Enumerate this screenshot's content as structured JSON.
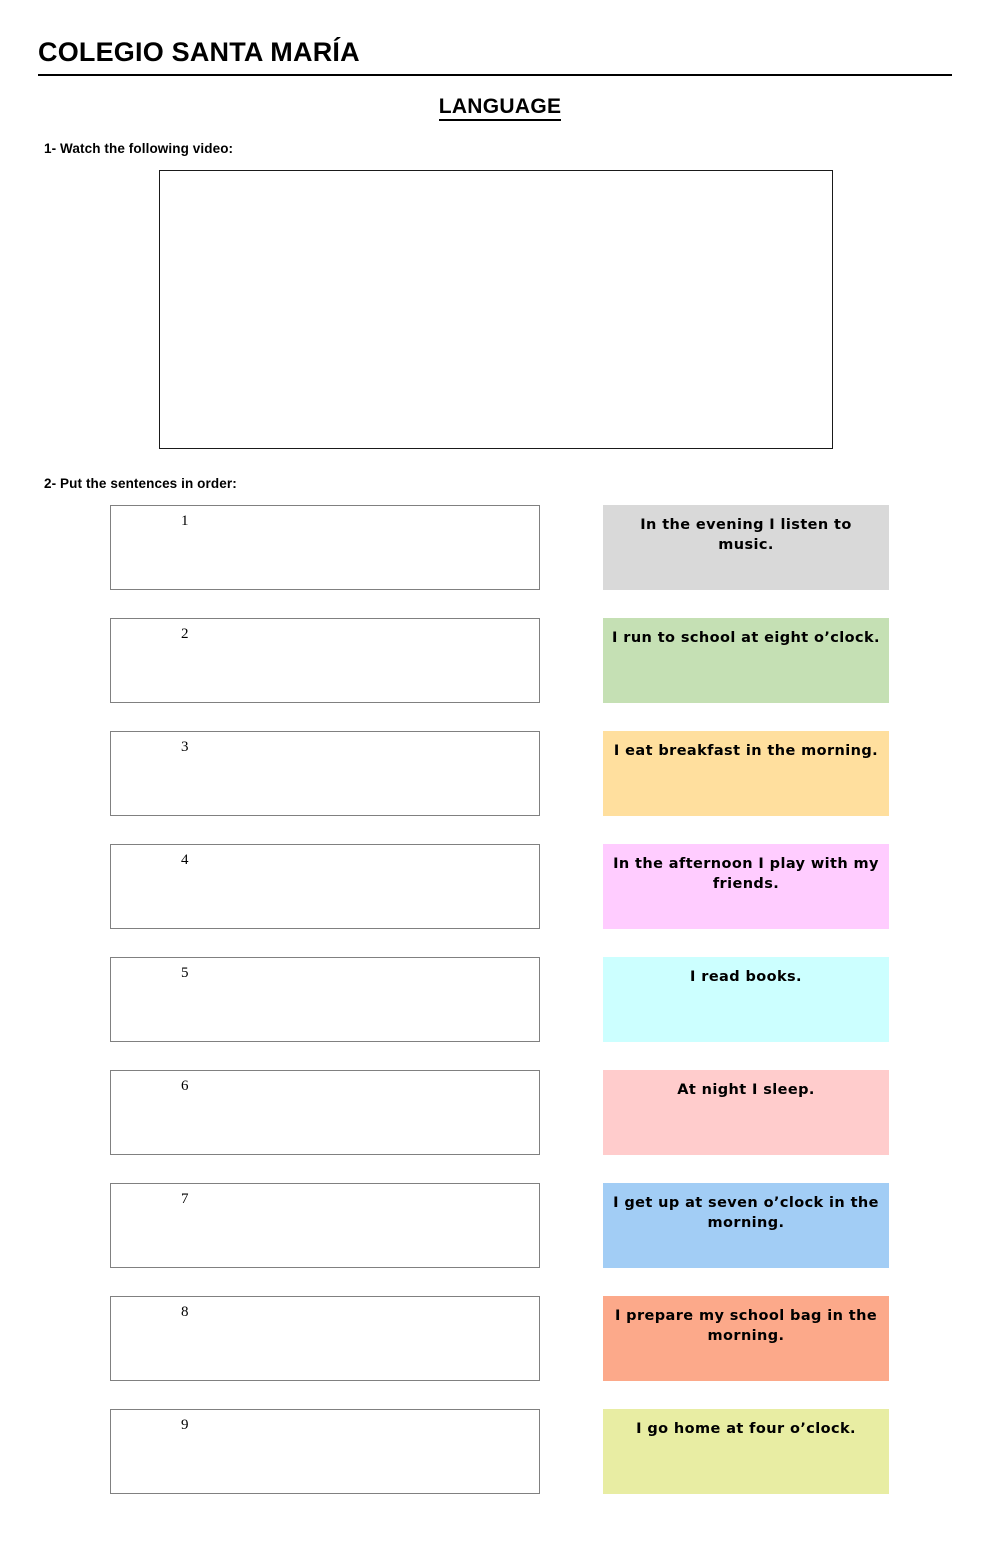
{
  "header": {
    "school_name": "COLEGIO SANTA MARÍA",
    "subject_title": "LANGUAGE"
  },
  "exercises": [
    {
      "number": "1-",
      "instruction": "1- Watch the following video:"
    },
    {
      "number": "2-",
      "instruction": "2- Put the sentences in order:"
    }
  ],
  "video": {
    "label": "video-placeholder"
  },
  "ordering_task": {
    "answer_slots": [
      "1",
      "2",
      "3",
      "4",
      "5",
      "6",
      "7",
      "8",
      "9"
    ],
    "sentences": [
      {
        "text": "In the evening I listen to music.",
        "color": "#d9d9d9"
      },
      {
        "text": "I run to school at eight o’clock.",
        "color": "#c5e0b4"
      },
      {
        "text": "I eat breakfast in the morning.",
        "color": "#ffdf9e"
      },
      {
        "text": "In the afternoon I play with my friends.",
        "color": "#ffccff"
      },
      {
        "text": "I read books.",
        "color": "#ccffff"
      },
      {
        "text": "At night I sleep.",
        "color": "#ffcccc"
      },
      {
        "text": "I get up at seven o’clock in the morning.",
        "color": "#a2cdf5"
      },
      {
        "text": "I prepare my school bag in the morning.",
        "color": "#fca98a"
      },
      {
        "text": "I go home at four o’clock.",
        "color": "#e8eda3"
      }
    ]
  }
}
